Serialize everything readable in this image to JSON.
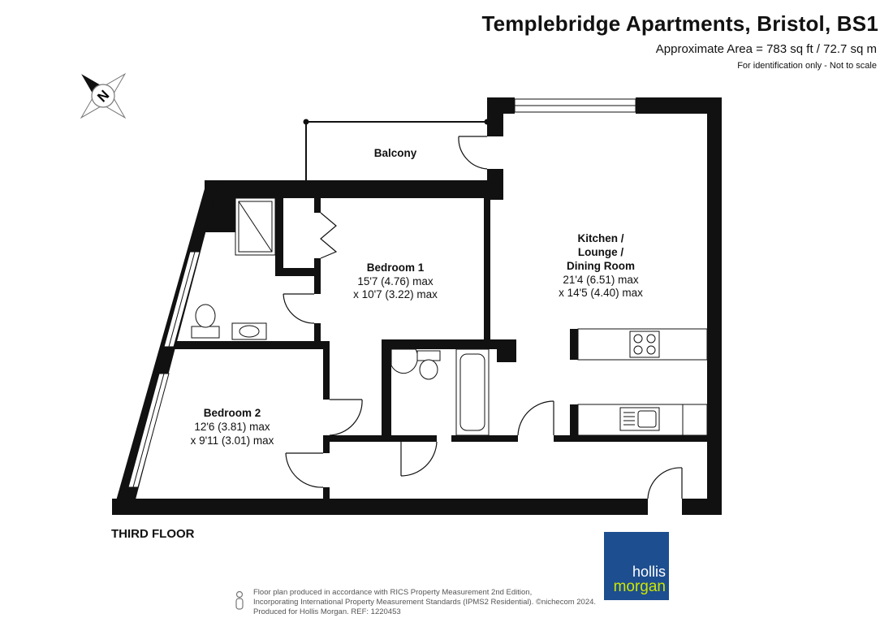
{
  "header": {
    "title": "Templebridge Apartments, Bristol, BS1",
    "area": "Approximate Area = 783 sq ft / 72.7 sq m",
    "note": "For identification only - Not to scale"
  },
  "compass": {
    "letter": "N"
  },
  "rooms": {
    "balcony": {
      "name": "Balcony"
    },
    "bedroom1": {
      "name": "Bedroom 1",
      "dim1": "15'7 (4.76) max",
      "dim2": "x 10'7 (3.22) max"
    },
    "bedroom2": {
      "name": "Bedroom 2",
      "dim1": "12'6 (3.81) max",
      "dim2": "x 9'11 (3.01) max"
    },
    "kitchen": {
      "line1": "Kitchen /",
      "line2": "Lounge /",
      "line3": "Dining Room",
      "dim1": "21'4 (6.51) max",
      "dim2": "x 14'5 (4.40) max"
    }
  },
  "floor_label": "THIRD FLOOR",
  "footer": {
    "line1": "Floor plan produced in accordance with RICS Property Measurement 2nd Edition,",
    "line2": "Incorporating International Property Measurement Standards (IPMS2 Residential).  ©nichecom 2024.",
    "line3": "Produced for Hollis Morgan.    REF:  1220453"
  },
  "logo": {
    "line1": "hollis",
    "line2": "morgan"
  }
}
